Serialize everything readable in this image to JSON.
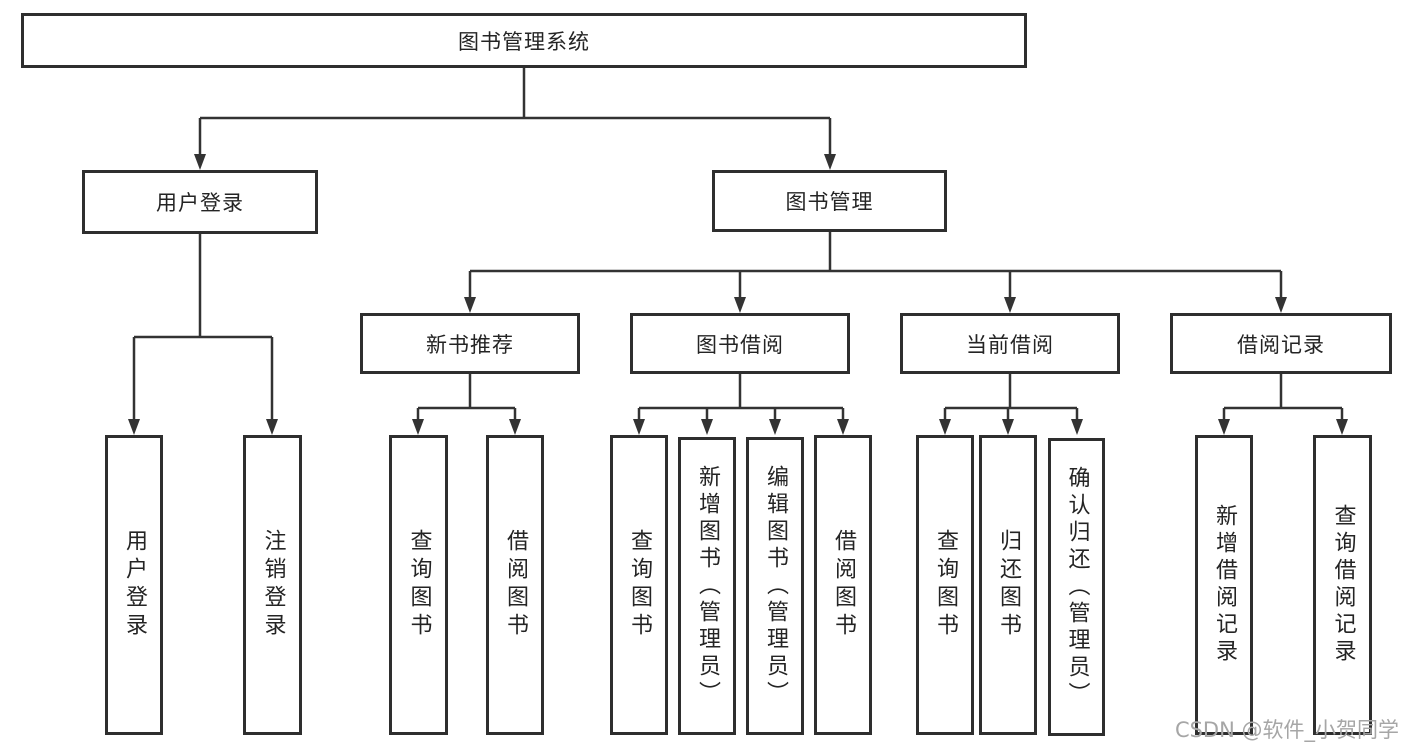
{
  "tree": {
    "root": {
      "label": "图书管理系统"
    },
    "branches": [
      {
        "label": "用户登录",
        "leaves": [
          {
            "label": "用户登录"
          },
          {
            "label": "注销登录"
          }
        ]
      },
      {
        "label": "图书管理",
        "groups": [
          {
            "label": "新书推荐",
            "leaves": [
              {
                "label": "查询图书"
              },
              {
                "label": "借阅图书"
              }
            ]
          },
          {
            "label": "图书借阅",
            "leaves": [
              {
                "label": "查询图书"
              },
              {
                "label": "新增图书（管理员）"
              },
              {
                "label": "编辑图书（管理员）"
              },
              {
                "label": "借阅图书"
              }
            ]
          },
          {
            "label": "当前借阅",
            "leaves": [
              {
                "label": "查询图书"
              },
              {
                "label": "归还图书"
              },
              {
                "label": "确认归还（管理员）"
              }
            ]
          },
          {
            "label": "借阅记录",
            "leaves": [
              {
                "label": "新增借阅记录"
              },
              {
                "label": "查询借阅记录"
              }
            ]
          }
        ]
      }
    ]
  },
  "watermark": {
    "text": "CSDN @软件_小贺同学"
  },
  "colors": {
    "line": "#333333",
    "box_border": "#2e2e2e",
    "text": "#242424",
    "watermark": "#a6a6a6"
  }
}
